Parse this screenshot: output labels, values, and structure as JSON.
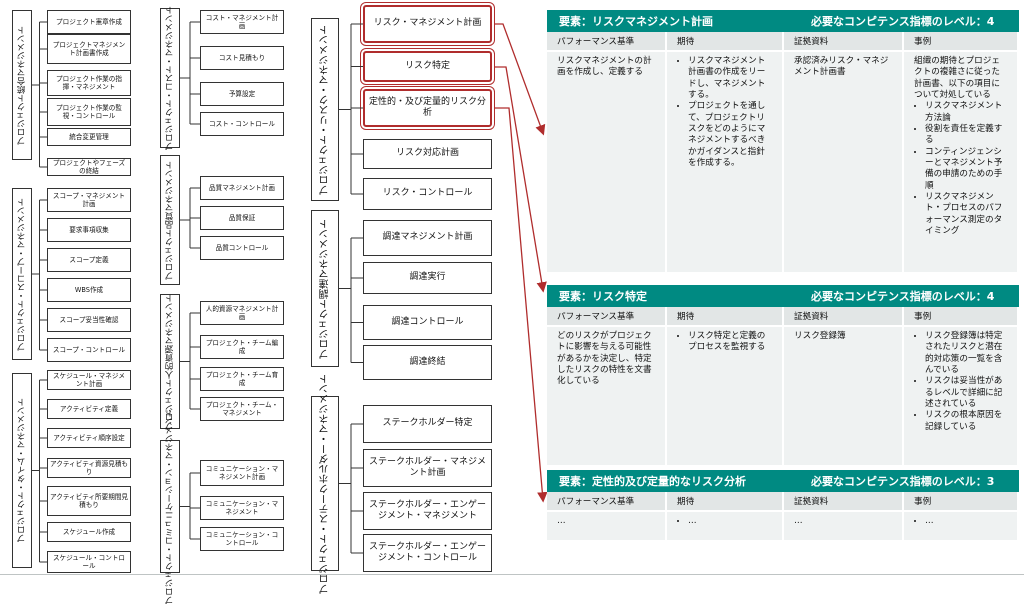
{
  "left_groups": [
    {
      "id": "integration",
      "name": "プロジェクト統合マネジメント",
      "items": [
        "プロジェクト憲章作成",
        "プロジェクトマネジメント計画書作成",
        "プロジェクト作業の指揮・マネジメント",
        "プロジェクト作業の監視・コントロール",
        "統合変更管理",
        "プロジェクトやフェーズの終結"
      ]
    },
    {
      "id": "scope",
      "name": "プロジェクト・スコープ・マネジメント",
      "items": [
        "スコープ・マネジメント計画",
        "要求事項収集",
        "スコープ定義",
        "WBS作成",
        "スコープ妥当性確認",
        "スコープ・コントロール"
      ]
    },
    {
      "id": "time",
      "name": "プロジェクト・タイム・マネジメント",
      "items": [
        "スケジュール・マネジメント計画",
        "アクティビティ定義",
        "アクティビティ順序設定",
        "アクティビティ資源見積もり",
        "アクティビティ所要期間見積もり",
        "スケジュール作成",
        "スケジュール・コントロール"
      ]
    },
    {
      "id": "cost",
      "name": "プロジェクト・コスト・マネジメント",
      "items": [
        "コスト・マネジメント計画",
        "コスト見積もり",
        "予算設定",
        "コスト・コントロール"
      ]
    },
    {
      "id": "quality",
      "name": "プロジェクト品質マネジメント",
      "items": [
        "品質マネジメント計画",
        "品質保証",
        "品質コントロール"
      ]
    },
    {
      "id": "hr",
      "name": "プロジェクト人的資源マネジメント",
      "items": [
        "人的資源マネジメント計画",
        "プロジェクト・チーム編成",
        "プロジェクト・チーム育成",
        "プロジェクト・チーム・マネジメント"
      ]
    },
    {
      "id": "comm",
      "name": "プロジェクト・コミュニケーション・マネジメント",
      "items": [
        "コミュニケーション・マネジメント計画",
        "コミュニケーション・マネジメント",
        "コミュニケーション・コントロール"
      ]
    },
    {
      "id": "risk",
      "name": "プロジェクト・リスク・マネジメント",
      "items": [
        "リスク・マネジメント計画",
        "リスク特定",
        "定性的・及び定量的リスク分析",
        "リスク対応計画",
        "リスク・コントロール"
      ]
    },
    {
      "id": "procurement",
      "name": "プロジェクト調達マネジメント",
      "items": [
        "調達マネジメント計画",
        "調達実行",
        "調達コントロール",
        "調達終結"
      ]
    },
    {
      "id": "stakeholder",
      "name": "プロジェクト・ステークホルダー・マネジメント",
      "items": [
        "ステークホルダー特定",
        "ステークホルダー・マネジメント計画",
        "ステークホルダー・エンゲージメント・マネジメント",
        "ステークホルダー・エンゲージメント・コントロール"
      ]
    }
  ],
  "panels": [
    {
      "element": "要素：リスクマネジメント計画",
      "level": "必要なコンピテンス指標のレベル：4",
      "headers": [
        "パフォーマンス基準",
        "期待",
        "証拠資料",
        "事例"
      ],
      "criteria": "リスクマネジメントの計画を作成し、定義する",
      "expectations": [
        "リスクマネジメント計画書の作成をリードし、マネジメントする。",
        "プロジェクトを通して、プロジェクトリスクをどのようにマネジメントするべきかガイダンスと指針を作成する。"
      ],
      "evidence": "承認済みリスク・マネジメント計画書",
      "example_intro": "組織の期待とプロジェクトの複雑さに従った計画書、以下の項目について対処している",
      "examples": [
        "リスクマネジメント方法論",
        "役割を責任を定義する",
        "コンティンジェンシーとマネジメント予備の申請のための手順",
        "リスクマネジメント・プロセスのパフォーマンス測定のタイミング"
      ]
    },
    {
      "element": "要素：リスク特定",
      "level": "必要なコンピテンス指標のレベル：4",
      "headers": [
        "パフォーマンス基準",
        "期待",
        "証拠資料",
        "事例"
      ],
      "criteria": "どのリスクがプロジェクトに影響を与える可能性があるかを決定し、特定したリスクの特性を文書化している",
      "expectations": [
        "リスク特定と定義のプロセスを監視する"
      ],
      "evidence": "リスク登録簿",
      "example_intro": "",
      "examples": [
        "リスク登録簿は特定されたリスクと潜在的対応策の一覧を含んでいる",
        "リスクは妥当性があるレベルで詳細に記述されている",
        "リスクの根本原因を記録している"
      ]
    },
    {
      "element": "要素：定性的及び定量的なリスク分析",
      "level": "必要なコンピテンス指標のレベル：3",
      "headers": [
        "パフォーマンス基準",
        "期待",
        "証拠資料",
        "事例"
      ],
      "criteria": "…",
      "expectations": [
        "…"
      ],
      "evidence": "…",
      "example_intro": "",
      "examples": [
        "…"
      ]
    }
  ],
  "colors": {
    "accent": "#008a82",
    "highlight": "#b02d2d",
    "cell": "#eff2f2",
    "header_cell": "#e2e6e6"
  }
}
